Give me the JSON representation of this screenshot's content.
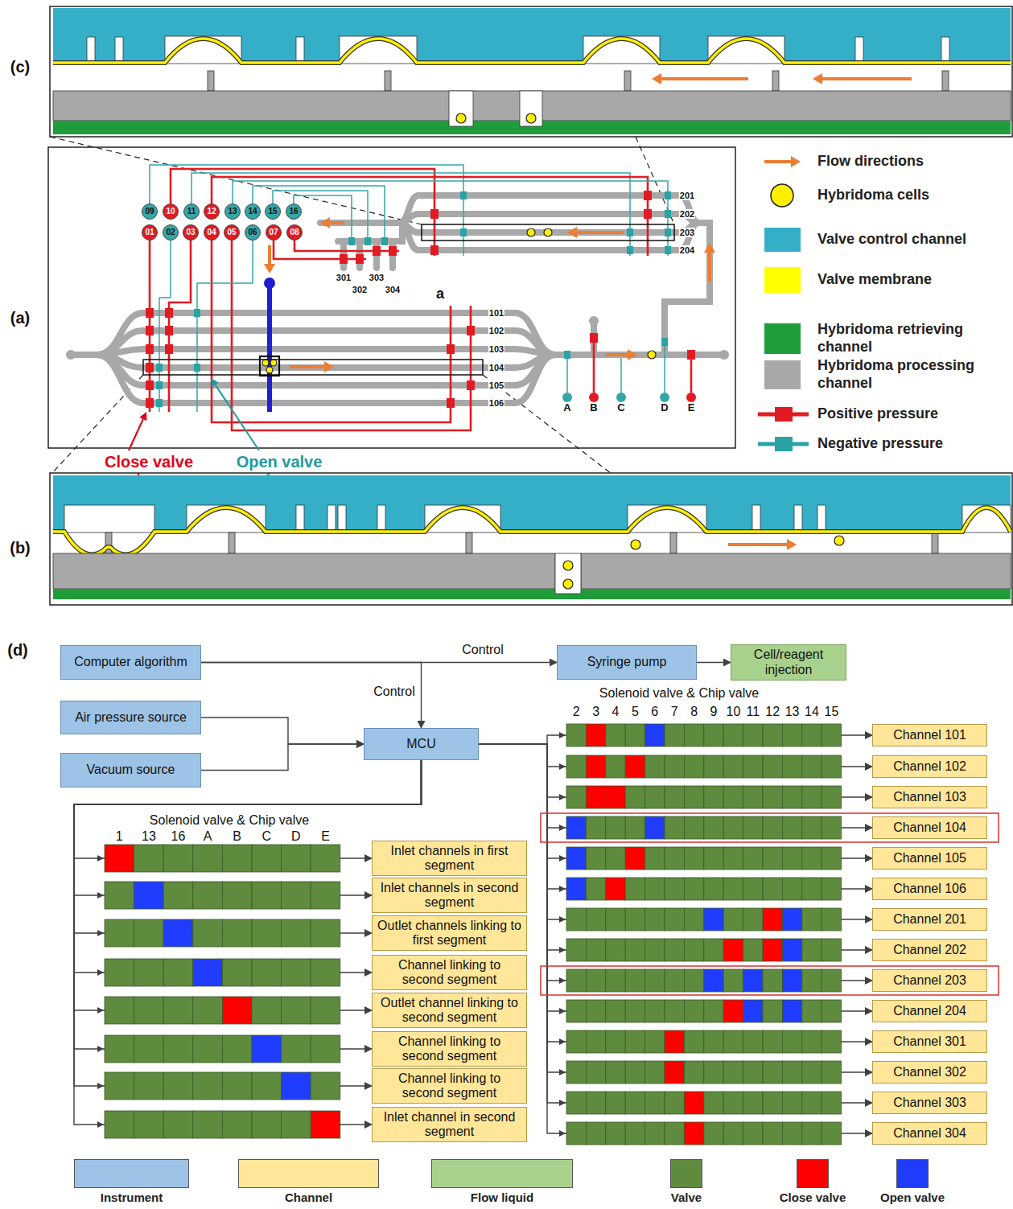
{
  "diagram": {
    "nodes": [
      {
        "text": [
          "09"
        ]
      },
      {
        "text": [
          "10"
        ]
      },
      {
        "text": [
          "11"
        ]
      },
      {
        "text": [
          "12"
        ]
      },
      {
        "text": [
          "13"
        ]
      },
      {
        "text": [
          "14"
        ]
      },
      {
        "text": [
          "15"
        ]
      },
      {
        "text": [
          "16"
        ]
      },
      {
        "text": [
          "01"
        ]
      },
      {
        "text": [
          "02"
        ]
      },
      {
        "text": [
          "03"
        ]
      },
      {
        "text": [
          "04"
        ]
      },
      {
        "text": [
          "05"
        ]
      },
      {
        "text": [
          "06"
        ]
      },
      {
        "text": [
          "07"
        ]
      },
      {
        "text": [
          "08"
        ]
      },
      {
        "text": [
          "A"
        ]
      },
      {
        "text": [
          "B"
        ]
      },
      {
        "text": [
          "C"
        ]
      },
      {
        "text": [
          "D"
        ]
      },
      {
        "text": [
          "E"
        ]
      },
      {
        "text": [
          "Computer algorithm"
        ]
      },
      {
        "text": [
          "Syringe pump"
        ]
      },
      {
        "text": [
          "Cell/reagent injection"
        ]
      },
      {
        "text": [
          "Air pressure source"
        ]
      },
      {
        "text": [
          "MCU"
        ]
      },
      {
        "text": [
          "Vacuum source"
        ]
      },
      {
        "text": [
          "Channel 101"
        ]
      },
      {
        "text": [
          "Channel 102"
        ]
      },
      {
        "text": [
          "Channel 103"
        ]
      },
      {
        "text": [
          "Channel 104"
        ]
      },
      {
        "text": [
          "Channel 105"
        ]
      },
      {
        "text": [
          "Channel 106"
        ]
      },
      {
        "text": [
          "Channel 201"
        ]
      },
      {
        "text": [
          "Channel 202"
        ]
      },
      {
        "text": [
          "Channel 203"
        ]
      },
      {
        "text": [
          "Channel 204"
        ]
      },
      {
        "text": [
          "Channel 301"
        ]
      },
      {
        "text": [
          "Channel 302"
        ]
      },
      {
        "text": [
          "Channel 303"
        ]
      },
      {
        "text": [
          "Channel 304"
        ]
      },
      {
        "text": [
          "Inlet channels in first segment"
        ]
      },
      {
        "text": [
          "Inlet channels in second segment"
        ]
      },
      {
        "text": [
          "Outlet channels linking to first segment"
        ]
      },
      {
        "text": [
          "Channel linking to second segment"
        ]
      },
      {
        "text": [
          "Outlet channel linking to second segment"
        ]
      },
      {
        "text": [
          "Channel linking to second segment"
        ]
      },
      {
        "text": [
          "Channel linking to second segment"
        ]
      },
      {
        "text": [
          "Inlet channel in second segment"
        ]
      }
    ],
    "edges": [
      {
        "from": 21,
        "to": 22,
        "arrow": "to",
        "label": "Control"
      },
      {
        "from": 22,
        "to": 23,
        "arrow": "to"
      },
      {
        "from": 21,
        "to": 25,
        "arrow": "to",
        "label": "Control"
      },
      {
        "from": 24,
        "to": 25,
        "arrow": "to"
      },
      {
        "from": 26,
        "to": 25,
        "arrow": "to"
      },
      {
        "from": 25,
        "to": 27,
        "arrow": "to"
      },
      {
        "from": 25,
        "to": 28,
        "arrow": "to"
      },
      {
        "from": 25,
        "to": 29,
        "arrow": "to"
      },
      {
        "from": 25,
        "to": 30,
        "arrow": "to"
      },
      {
        "from": 25,
        "to": 31,
        "arrow": "to"
      },
      {
        "from": 25,
        "to": 32,
        "arrow": "to"
      },
      {
        "from": 25,
        "to": 33,
        "arrow": "to"
      },
      {
        "from": 25,
        "to": 34,
        "arrow": "to"
      },
      {
        "from": 25,
        "to": 35,
        "arrow": "to"
      },
      {
        "from": 25,
        "to": 36,
        "arrow": "to"
      },
      {
        "from": 25,
        "to": 37,
        "arrow": "to"
      },
      {
        "from": 25,
        "to": 38,
        "arrow": "to"
      },
      {
        "from": 25,
        "to": 39,
        "arrow": "to"
      },
      {
        "from": 25,
        "to": 40,
        "arrow": "to"
      },
      {
        "from": 25,
        "to": 41,
        "arrow": "to"
      },
      {
        "from": 25,
        "to": 42,
        "arrow": "to"
      },
      {
        "from": 25,
        "to": 43,
        "arrow": "to"
      },
      {
        "from": 25,
        "to": 44,
        "arrow": "to"
      },
      {
        "from": 25,
        "to": 45,
        "arrow": "to"
      },
      {
        "from": 25,
        "to": 46,
        "arrow": "to"
      },
      {
        "from": 25,
        "to": 47,
        "arrow": "to"
      },
      {
        "from": 25,
        "to": 48,
        "arrow": "to"
      }
    ],
    "labels": [
      "(c)",
      "(a)",
      "201",
      "202",
      "203",
      "204",
      "301",
      "302",
      "303",
      "304",
      "a",
      "101",
      "102",
      "103",
      "104",
      "105",
      "106",
      "Close valve",
      "Open valve",
      "(b)",
      "(d)",
      "Solenoid valve & Chip valve",
      "2",
      "3",
      "4",
      "5",
      "6",
      "7",
      "8",
      "9",
      "10",
      "11",
      "12",
      "13",
      "14",
      "15",
      "Solenoid valve & Chip valve",
      "1",
      "13",
      "16",
      "A",
      "B",
      "C",
      "D",
      "E"
    ],
    "legend": [
      {
        "text": "Flow directions"
      },
      {
        "text": "Hybridoma cells"
      },
      {
        "text": "Valve control channel",
        "color": "#35afc8"
      },
      {
        "text": "Valve membrane",
        "color": "#ffff00"
      },
      {
        "text": "Hybridoma retrieving channel",
        "color": "#1f9d3a"
      },
      {
        "text": "Hybridoma processing channel",
        "color": "#a8a8a8"
      },
      {
        "text": "Positive pressure"
      },
      {
        "text": "Negative pressure"
      },
      {
        "text": "Instrument",
        "color": "#9dc3e6"
      },
      {
        "text": "Channel",
        "color": "#ffe699"
      },
      {
        "text": "Flow liquid",
        "color": "#a9d18e"
      },
      {
        "text": "Valve",
        "color": "#5e8b3e"
      },
      {
        "text": "Close valve",
        "color": "#ff0000"
      },
      {
        "text": "Open valve",
        "color": "#1f3cff"
      }
    ]
  }
}
